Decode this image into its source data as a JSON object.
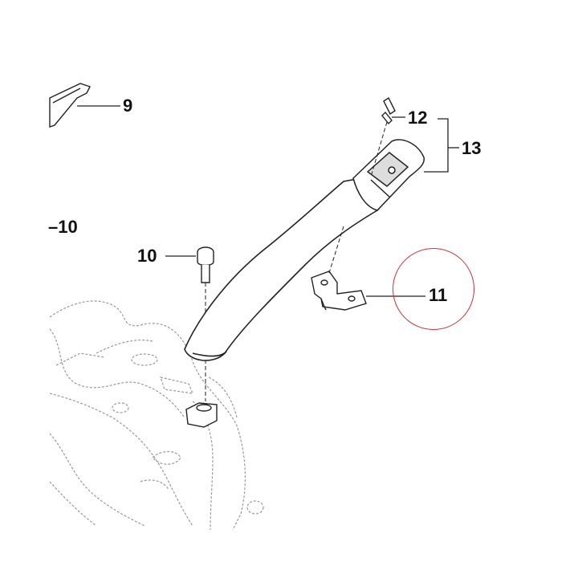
{
  "callouts": {
    "part_9": "9",
    "part_10_left": "–10",
    "part_10_bolt": "10",
    "part_11": "11",
    "part_12": "12",
    "part_13": "13"
  },
  "colors": {
    "line": "#222222",
    "faint_line": "#888888",
    "highlight": "#c8323c"
  }
}
